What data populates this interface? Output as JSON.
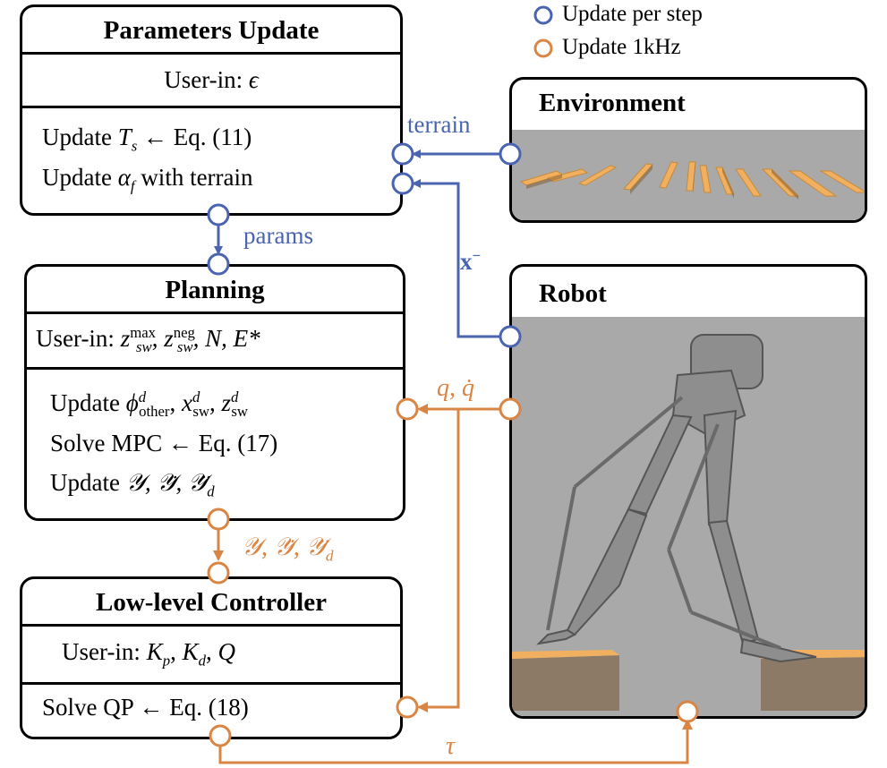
{
  "legend": {
    "blue_label": "Update per step",
    "orange_label": "Update 1kHz"
  },
  "colors": {
    "blue": "#4a64b0",
    "orange": "#d98544"
  },
  "params_box": {
    "title": "Parameters Update",
    "user_in_label": "User-in:",
    "user_in_value": "ϵ",
    "line1_a": "Update",
    "line1_var": "T",
    "line1_sub": "s",
    "line1_b": "← Eq. (11)",
    "line2_a": "Update",
    "line2_var": "α",
    "line2_sub": "f",
    "line2_b": "with terrain"
  },
  "planning_box": {
    "title": "Planning",
    "user_in_label": "User-in:",
    "user_in_z1": "z",
    "user_in_z1_sup": "max",
    "user_in_z1_sub": "sw",
    "user_in_z2": "z",
    "user_in_z2_sup": "neg",
    "user_in_z2_sub": "sw",
    "user_in_rest": ", N, E*",
    "line1_a": "Update",
    "line1_b": "ϕ",
    "line1_b_sup": "d",
    "line1_b_sub": "other",
    "line1_c": "x",
    "line1_c_sup": "d",
    "line1_c_sub": "sw",
    "line1_d": "z",
    "line1_d_sup": "d",
    "line1_d_sub": "sw",
    "line2": "Solve MPC ← Eq. (17)",
    "line3_a": "Update",
    "line3_b": "𝒴, 𝒴̇, 𝒴̈",
    "line3_sub": "d"
  },
  "llc_box": {
    "title": "Low-level Controller",
    "user_in_label": "User-in:",
    "user_in_value": "K",
    "user_in_k1_sub": "p",
    "user_in_k2_sub": "d",
    "user_in_q": "Q",
    "line1": "Solve QP ← Eq. (18)"
  },
  "environment_box": {
    "title": "Environment"
  },
  "robot_box": {
    "title": "Robot"
  },
  "edges": {
    "terrain": "terrain",
    "params": "params",
    "x_minus": "x",
    "x_minus_sup": "−",
    "q_qdot": "q, q̇",
    "y_label": "𝒴, 𝒴̇, 𝒴̈",
    "y_label_sub": "d",
    "tau": "τ"
  }
}
